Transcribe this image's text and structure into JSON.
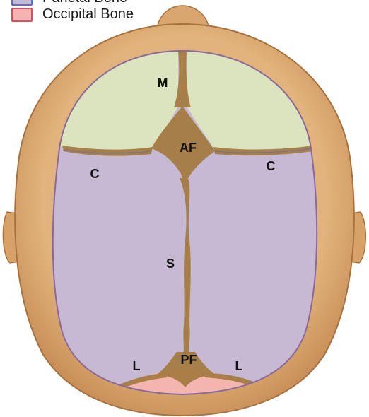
{
  "legend": {
    "items": [
      {
        "label": "Parietal Bone",
        "fill": "#c4b8d6",
        "border": "#6670b8"
      },
      {
        "label": "Occipital Bone",
        "fill": "#f5b3b3",
        "border": "#d94f5c"
      }
    ]
  },
  "labels": {
    "metopic": "M",
    "anterior_fontanelle": "AF",
    "coronal_left": "C",
    "coronal_right": "C",
    "sagittal": "S",
    "posterior_fontanelle": "PF",
    "lambdoid_left": "L",
    "lambdoid_right": "L"
  },
  "colors": {
    "skin": "#d9a66f",
    "skin_edge": "#b07a45",
    "frontal": "#dbe4bf",
    "parietal": "#c7b8d4",
    "occipital": "#f4b4b0",
    "suture": "#a47a3e"
  }
}
